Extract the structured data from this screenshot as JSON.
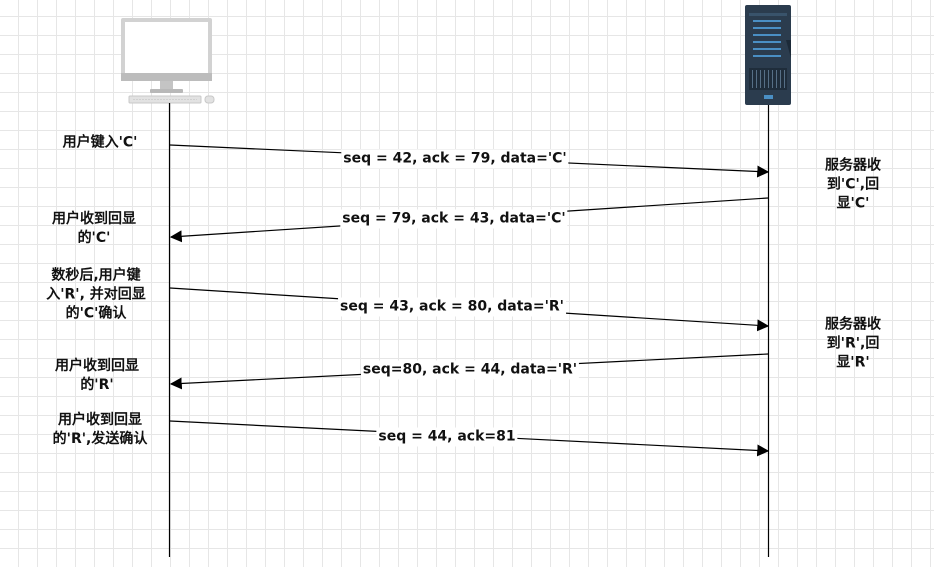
{
  "participants": {
    "client": {
      "icon": "desktop-computer-icon"
    },
    "server": {
      "icon": "server-tower-icon"
    }
  },
  "messages": [
    {
      "label": "seq = 42, ack = 79, data='C'",
      "direction": "client-to-server"
    },
    {
      "label": "seq = 79, ack = 43, data='C'",
      "direction": "server-to-client"
    },
    {
      "label": "seq = 43, ack = 80, data='R'",
      "direction": "client-to-server"
    },
    {
      "label": "seq=80, ack = 44, data='R'",
      "direction": "server-to-client"
    },
    {
      "label": "seq = 44, ack=81",
      "direction": "client-to-server"
    }
  ],
  "notes": {
    "client_type_c": "用户键入'C'",
    "client_recv_c": "用户收到回显\n的'C'",
    "client_type_r": "数秒后,用户键\n入'R', 并对回显\n的'C'确认",
    "client_recv_r": "用户收到回显\n的'R'",
    "client_ack_r": "用户收到回显\n的'R',发送确认",
    "server_recv_c": "服务器收到'C',回\n显'C'",
    "server_recv_r": "服务器收到'R',回\n显'R'"
  },
  "colors": {
    "line": "#000000",
    "grid": "#e6e6e6",
    "monitor_frame": "#d4d4d4",
    "server_body": "#2b3c4e",
    "server_accent": "#1f6a9e"
  }
}
